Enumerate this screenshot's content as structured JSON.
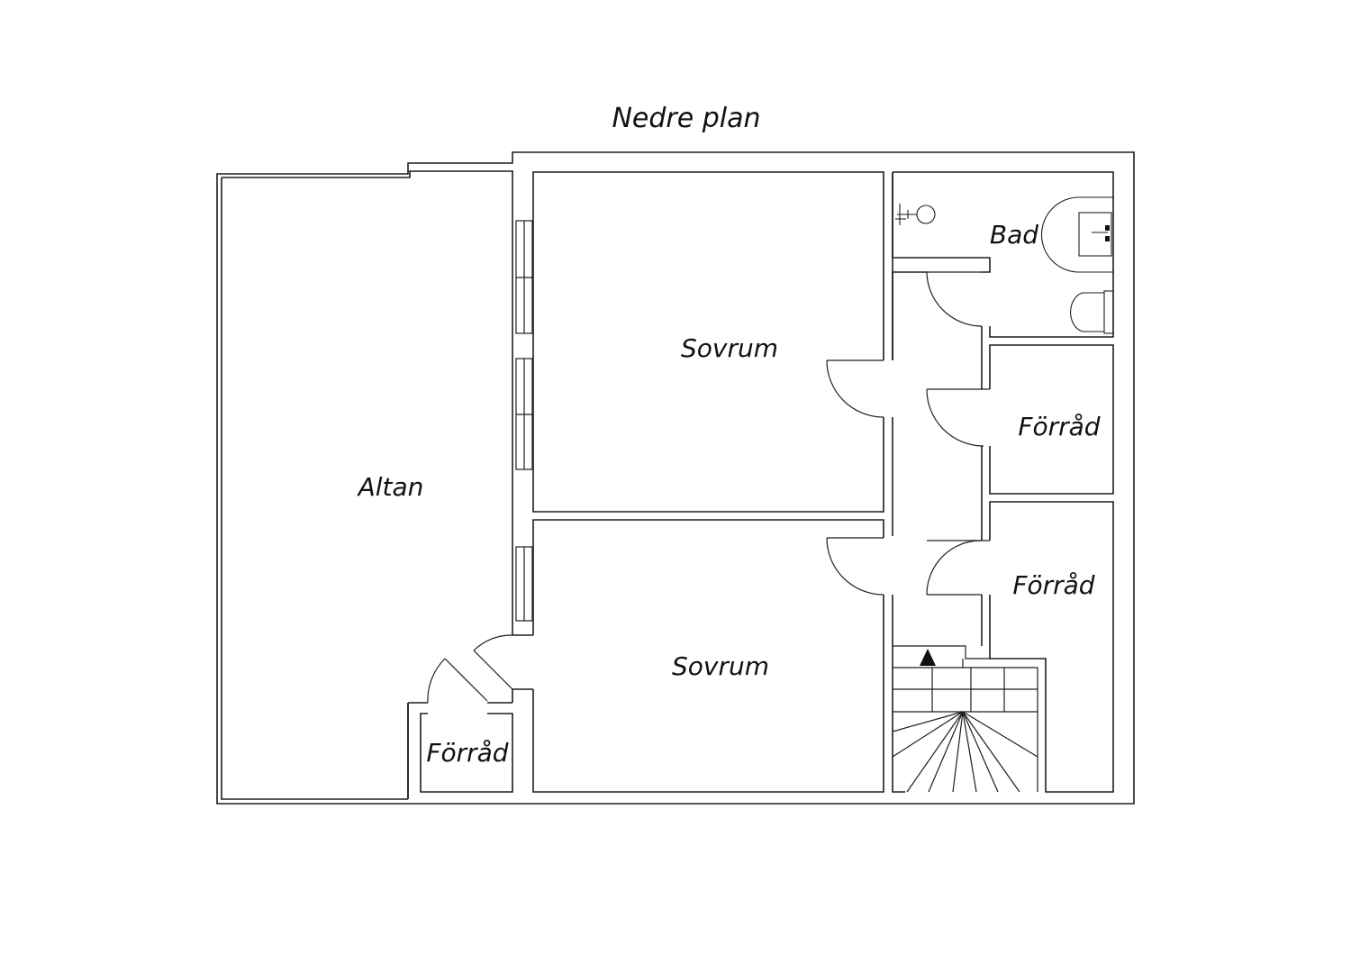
{
  "plan": {
    "title": "Nedre plan",
    "rooms": {
      "altan": "Altan",
      "sovrum_upper": "Sovrum",
      "sovrum_lower": "Sovrum",
      "bad": "Bad",
      "forrad_1": "Förråd",
      "forrad_2": "Förråd",
      "forrad_3": "Förråd"
    }
  },
  "colors": {
    "line": "#1e1e1e",
    "background": "#ffffff",
    "text": "#111111"
  }
}
